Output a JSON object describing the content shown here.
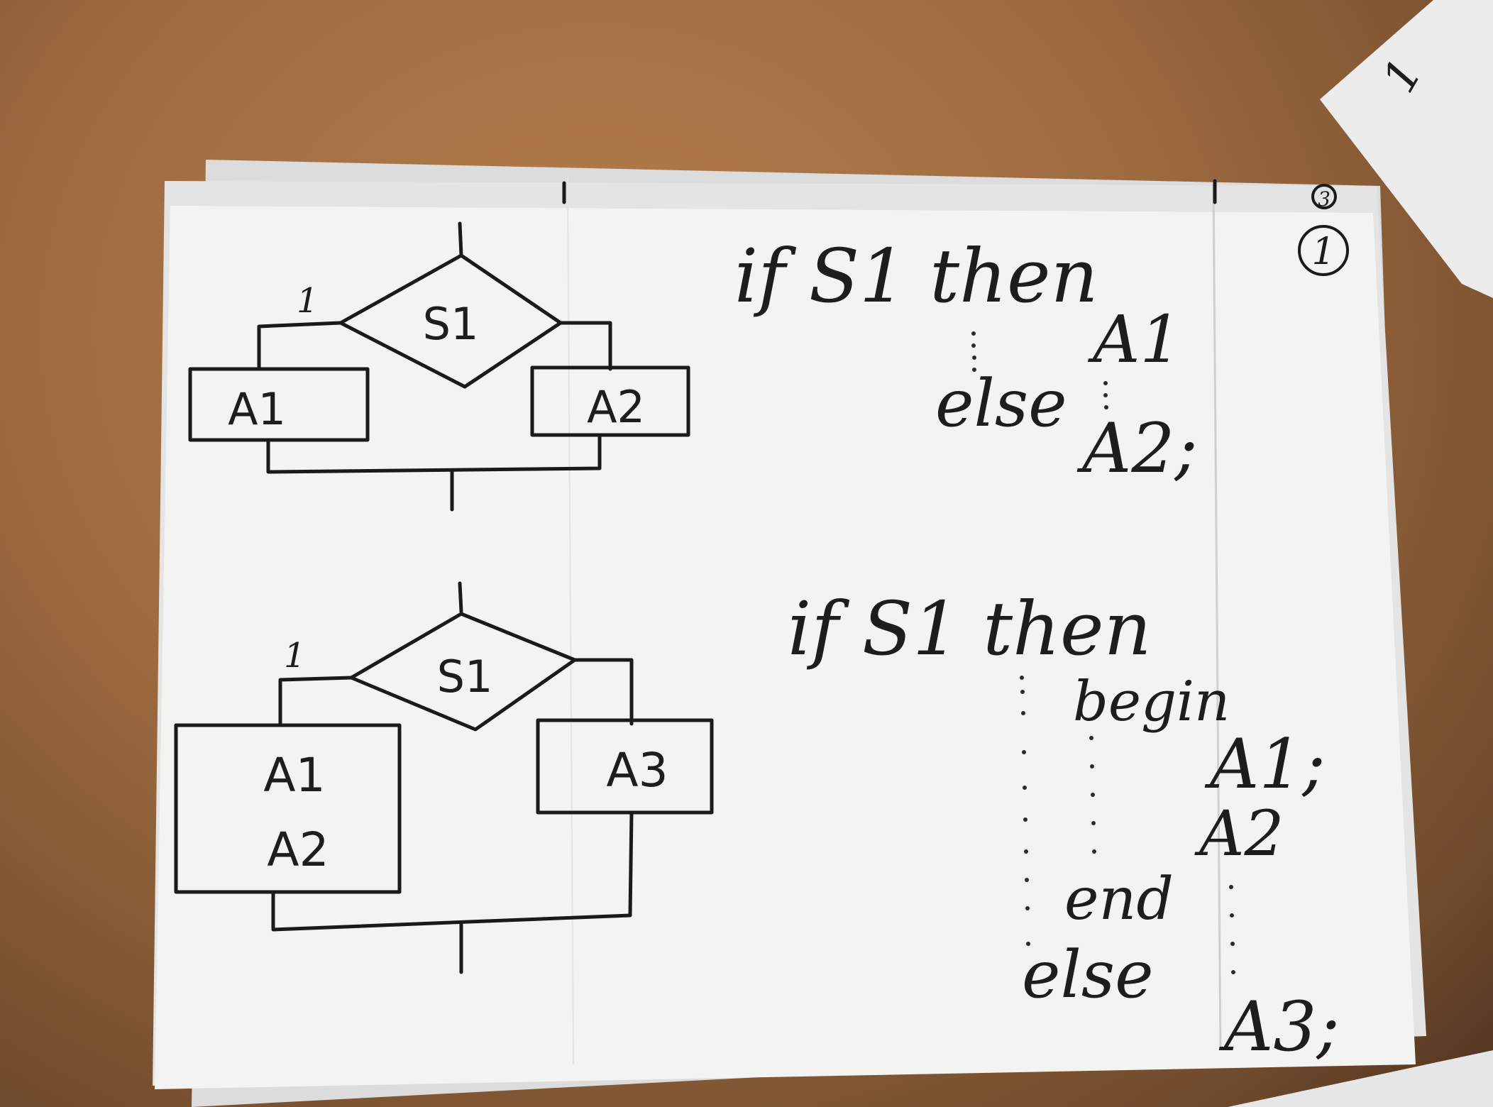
{
  "page_number": "1",
  "peek_page_number": "3",
  "corner_note": "1",
  "top": {
    "yes_label": "1",
    "condition": "S1",
    "then_box": "A1",
    "else_box": "A2",
    "code": {
      "l1": "if S1 then",
      "l2": "A1",
      "l3": "else",
      "l4": "A2;"
    }
  },
  "bottom": {
    "yes_label": "1",
    "condition": "S1",
    "then_box_line1": "A1",
    "then_box_line2": "A2",
    "else_box": "A3",
    "code": {
      "l1": "if S1 then",
      "l2": "begin",
      "l3": "A1;",
      "l4": "A2",
      "l5": "end",
      "l6": "else",
      "l7": "A3;"
    }
  }
}
